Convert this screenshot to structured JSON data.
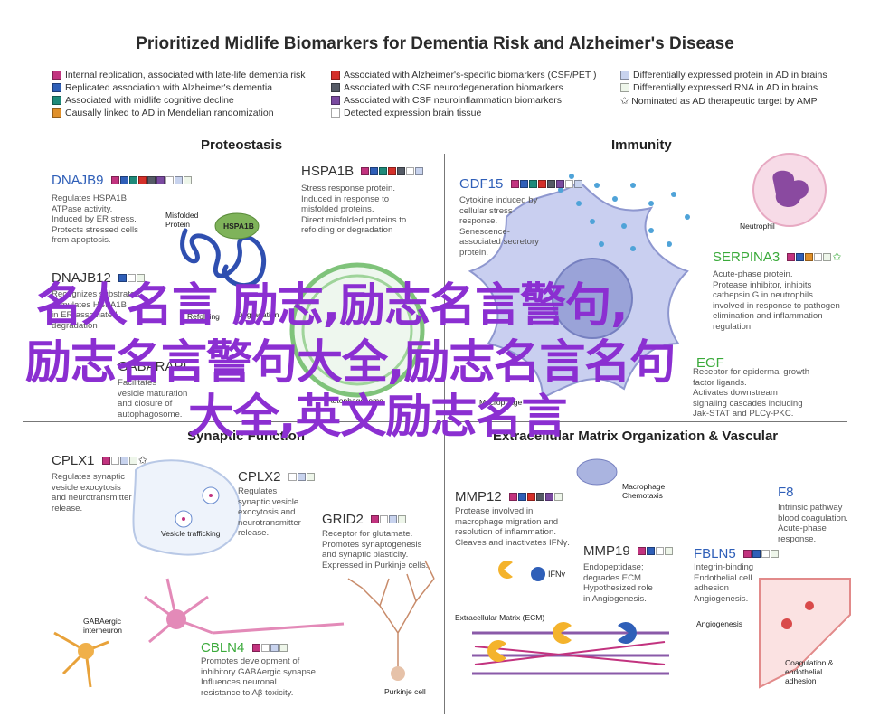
{
  "title": "Prioritized Midlife Biomarkers for Dementia Risk and Alzheimer's Disease",
  "colors": {
    "late_life": "#c2337f",
    "replicated": "#2f5fb8",
    "cognitive_decline": "#1f8a7a",
    "mendelian": "#e0902a",
    "csf_pet": "#d4302a",
    "neurodegeneration": "#555b66",
    "neuroinflammation": "#7a4aa0",
    "brain_tissue": "#ffffff",
    "diff_protein": "#c8d3ee",
    "diff_rna": "#eef6ea",
    "blue_gene": "#2f5fb8",
    "green_gene": "#3aaa3a",
    "dark_gene": "#333333",
    "overlay": "#8b2fd1"
  },
  "legend": [
    {
      "label": "Internal replication, associated with late-life dementia risk",
      "color": "#c2337f",
      "shape": "square"
    },
    {
      "label": "Replicated association with Alzheimer's dementia",
      "color": "#2f5fb8",
      "shape": "square"
    },
    {
      "label": "Associated with midlife cognitive decline",
      "color": "#1f8a7a",
      "shape": "square"
    },
    {
      "label": "Causally linked to AD in Mendelian randomization",
      "color": "#e0902a",
      "shape": "square"
    },
    {
      "label": "Associated with Alzheimer's-specific biomarkers (CSF/PET )",
      "color": "#d4302a",
      "shape": "square"
    },
    {
      "label": "Associated with CSF neurodegeneration biomarkers",
      "color": "#555b66",
      "shape": "square"
    },
    {
      "label": "Associated with CSF neuroinflammation biomarkers",
      "color": "#7a4aa0",
      "shape": "square"
    },
    {
      "label": "Detected expression brain tissue",
      "color": "#ffffff",
      "shape": "square"
    },
    {
      "label": "Differentially expressed protein in AD in brains",
      "color": "#c8d3ee",
      "shape": "square"
    },
    {
      "label": "Differentially expressed RNA in AD in brains",
      "color": "#eef6ea",
      "shape": "square"
    },
    {
      "label": "Nominated as AD therapeutic target by AMP",
      "color": "",
      "shape": "star"
    }
  ],
  "sections": {
    "proteostasis": "Proteostasis",
    "immunity": "Immunity",
    "synaptic": "Synaptic Function",
    "ecm": "Extracellular Matrix Organization & Vascular"
  },
  "genes": {
    "dnajb9": {
      "name": "DNAJB9",
      "desc": [
        "Regulates HSPA1B",
        "ATPase activity.",
        "Induced by ER stress.",
        "Protects stressed cells",
        "from apoptosis."
      ]
    },
    "hspa1b": {
      "name": "HSPA1B",
      "desc": [
        "Stress response protein.",
        "Induced in response to",
        "misfolded proteins.",
        "Direct misfolded proteins to",
        "refolding or degradation"
      ]
    },
    "dnajb12": {
      "name": "DNAJB12",
      "desc": [
        "Recognizes substrates",
        "stimulates HSPA1B",
        "in ER-associated",
        "degradation"
      ]
    },
    "gabarapl": {
      "name": "GABARAPL",
      "desc": [
        "Facilitates",
        "vesicle maturation",
        "and closure of",
        "autophagosome."
      ]
    },
    "gdf15": {
      "name": "GDF15",
      "desc": [
        "Cytokine induced by",
        "cellular stress",
        "response.",
        "Senescence-",
        "associated secretory",
        "protein."
      ]
    },
    "serpina3": {
      "name": "SERPINA3",
      "desc": [
        "Acute-phase protein.",
        "Protease inhibitor, inhibits",
        "cathepsin G in neutrophils",
        "involved in response to pathogen",
        "elimination and inflammation",
        "regulation."
      ]
    },
    "egf": {
      "name": "EGF",
      "desc": [
        "Receptor for epidermal growth",
        "factor ligands.",
        "Activates downstream",
        "signaling cascades including",
        "Jak-STAT and PLCγ-PKC."
      ]
    },
    "cplx1": {
      "name": "CPLX1",
      "desc": [
        "Regulates synaptic",
        "vesicle exocytosis",
        "and neurotransmitter",
        "release."
      ]
    },
    "cplx2": {
      "name": "CPLX2",
      "desc": [
        "Regulates",
        "synaptic vesicle",
        "exocytosis and",
        "neurotransmitter",
        "release."
      ]
    },
    "grid2": {
      "name": "GRID2",
      "desc": [
        "Receptor for glutamate.",
        "Promotes synaptogenesis",
        "and synaptic plasticity.",
        "Expressed in Purkinje cells."
      ]
    },
    "cbln4": {
      "name": "CBLN4",
      "desc": [
        "Promotes development of",
        "inhibitory GABAergic synapse",
        "Influences neuronal",
        "resistance to Aβ toxicity."
      ]
    },
    "mmp12": {
      "name": "MMP12",
      "desc": [
        "Protease involved in",
        "macrophage migration and",
        "resolution of inflammation.",
        "Cleaves and inactivates IFNγ."
      ]
    },
    "mmp19": {
      "name": "MMP19",
      "desc": [
        "Endopeptidase;",
        "degrades ECM.",
        "Hypothesized role",
        "in Angiogenesis."
      ]
    },
    "f8": {
      "name": "F8",
      "desc": [
        "Intrinsic pathway",
        "blood coagulation.",
        "Acute-phase",
        "response."
      ]
    },
    "fbln5": {
      "name": "FBLN5",
      "desc": [
        "Integrin-binding",
        "Endothelial cell",
        "adhesion",
        "Angiogenesis."
      ]
    }
  },
  "labels": {
    "misfolded_protein": [
      "Misfolded",
      "Protein"
    ],
    "hspa1b_small": "HSPA1B",
    "refolding": "Refolding",
    "degradation": "Degradation",
    "autophagosome": "Autophagosome",
    "neutrophil": "Neutrophil",
    "macrophage": "Macrophage",
    "vesicle_trafficking": "Vesicle trafficking",
    "gabaergic": [
      "GABAergic",
      "interneuron"
    ],
    "purkinje": "Purkinje cell",
    "macrophage_chemotaxis": [
      "Macrophage",
      "Chemotaxis"
    ],
    "ifng": "IFNγ",
    "ecm": "Extracellular Matrix (ECM)",
    "angiogenesis": "Angiogenesis",
    "coagulation": [
      "Coagulation &",
      "endothelial",
      "adhesion"
    ]
  },
  "overlay": {
    "line1": "名人名言 励志,励志名言警句,",
    "line2": "励志名言警句大全,励志名言名句",
    "line3": "大全,英文励志名言"
  }
}
